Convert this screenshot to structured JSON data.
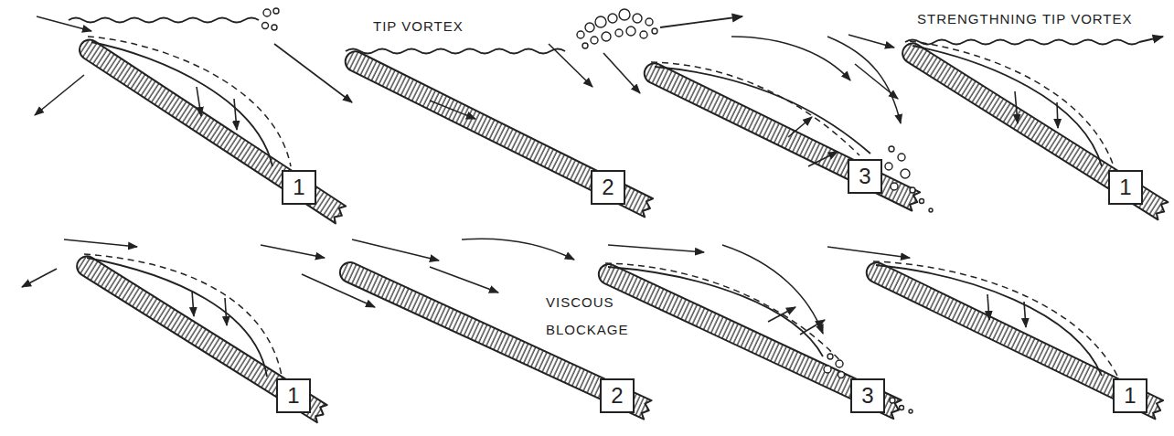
{
  "diagram": {
    "nodes": [
      {
        "text": [
          "1"
        ]
      },
      {
        "text": [
          "2"
        ]
      },
      {
        "text": [
          "3"
        ]
      },
      {
        "text": [
          "1"
        ]
      },
      {
        "text": [
          "1"
        ]
      },
      {
        "text": [
          "2"
        ]
      },
      {
        "text": [
          "3"
        ]
      },
      {
        "text": [
          "1"
        ]
      }
    ],
    "labels": [
      "TIP VORTEX",
      "STRENGTHNING TIP VORTEX",
      "VISCOUS BLOCKAGE"
    ]
  }
}
